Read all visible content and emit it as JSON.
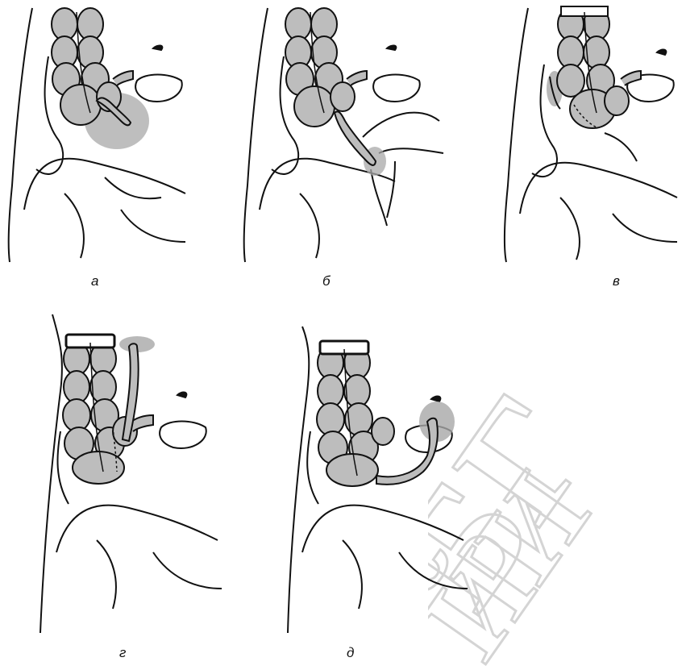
{
  "figure": {
    "panels": [
      {
        "id": "a",
        "caption": "а"
      },
      {
        "id": "b",
        "caption": "б"
      },
      {
        "id": "v",
        "caption": "в"
      },
      {
        "id": "g",
        "caption": "г"
      },
      {
        "id": "d",
        "caption": "д"
      }
    ]
  },
  "watermark": {
    "text": "БГМУ",
    "color": "#d4d4d4"
  },
  "colors": {
    "colon_fill": "#bdbdbd",
    "highlight": "#a8a8a8",
    "stroke": "#111111"
  }
}
